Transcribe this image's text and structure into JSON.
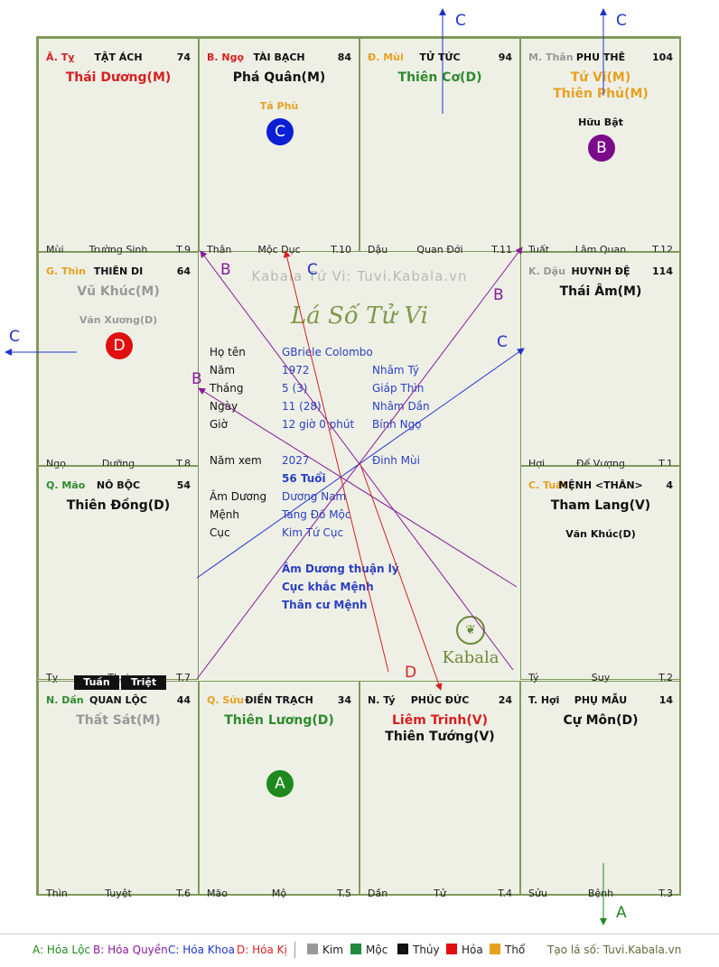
{
  "cells": [
    {
      "branch": "Â. Tỵ",
      "branch_color": "#d62020",
      "palace": "TẬT ÁCH",
      "num": "74",
      "main": [
        {
          "t": "Thái Dương(M)",
          "c": "#d62020"
        }
      ],
      "subs": [],
      "foot": [
        "Mùi",
        "Trường Sinh",
        "T.9"
      ],
      "badge": null
    },
    {
      "branch": "B. Ngọ",
      "branch_color": "#d62020",
      "palace": "TÀI BẠCH",
      "num": "84",
      "main": [
        {
          "t": "Phá Quân(M)",
          "c": "#111111"
        }
      ],
      "subs": [
        {
          "t": "Tả Phù",
          "c": "#e8a020"
        }
      ],
      "foot": [
        "Thân",
        "Mộc Dục",
        "T.10"
      ],
      "badge": {
        "l": "C",
        "c": "#0a1fd6"
      }
    },
    {
      "branch": "Đ. Mùi",
      "branch_color": "#e8a020",
      "palace": "TỬ TỨC",
      "num": "94",
      "main": [
        {
          "t": "Thiên Cơ(D)",
          "c": "#2e8b2e"
        }
      ],
      "subs": [],
      "foot": [
        "Dậu",
        "Quan Đới",
        "T.11"
      ],
      "badge": null
    },
    {
      "branch": "M. Thân",
      "branch_color": "#999999",
      "palace": "PHU THÊ",
      "num": "104",
      "main": [
        {
          "t": "Tử Vi(M)",
          "c": "#e8a020"
        },
        {
          "t": "Thiên Phủ(M)",
          "c": "#e8a020"
        }
      ],
      "subs": [
        {
          "t": "Hữu Bật",
          "c": "#111111"
        }
      ],
      "foot": [
        "Tuất",
        "Lâm Quan",
        "T.12"
      ],
      "badge": {
        "l": "B",
        "c": "#7a0a8a"
      }
    },
    {
      "branch": "G. Thìn",
      "branch_color": "#e8a020",
      "palace": "THIÊN DI",
      "num": "64",
      "main": [
        {
          "t": "Vũ Khúc(M)",
          "c": "#999999"
        }
      ],
      "subs": [
        {
          "t": "Văn Xương(D)",
          "c": "#999999"
        }
      ],
      "foot": [
        "Ngọ",
        "Dưỡng",
        "T.8"
      ],
      "badge": {
        "l": "D",
        "c": "#e01010"
      }
    },
    {
      "branch": "K. Dậu",
      "branch_color": "#999999",
      "palace": "HUYNH ĐỆ",
      "num": "114",
      "main": [
        {
          "t": "Thái Âm(M)",
          "c": "#111111"
        }
      ],
      "subs": [],
      "foot": [
        "Hợi",
        "Đế Vượng",
        "T.1"
      ],
      "badge": null
    },
    {
      "branch": "Q. Mão",
      "branch_color": "#2e8b2e",
      "palace": "NÔ BỘC",
      "num": "54",
      "main": [
        {
          "t": "Thiên Đồng(D)",
          "c": "#111111"
        }
      ],
      "subs": [],
      "foot": [
        "Tỵ",
        "Thai",
        "T.7"
      ],
      "badge": null
    },
    {
      "branch": "C. Tuất",
      "branch_color": "#e8a020",
      "palace": "MỆNH <THÂN>",
      "num": "4",
      "main": [
        {
          "t": "Tham Lang(V)",
          "c": "#111111"
        }
      ],
      "subs": [
        {
          "t": "Văn Khúc(D)",
          "c": "#111111"
        }
      ],
      "foot": [
        "Tý",
        "Suy",
        "T.2"
      ],
      "badge": null
    },
    {
      "branch": "N. Dần",
      "branch_color": "#2e8b2e",
      "palace": "QUAN LỘC",
      "num": "44",
      "main": [
        {
          "t": "Thất Sát(M)",
          "c": "#999999"
        }
      ],
      "subs": [],
      "foot": [
        "Thìn",
        "Tuyệt",
        "T.6"
      ],
      "badge": null
    },
    {
      "branch": "Q. Sửu",
      "branch_color": "#e8a020",
      "palace": "ĐIỀN TRẠCH",
      "num": "34",
      "main": [
        {
          "t": "Thiên Lương(D)",
          "c": "#2e8b2e"
        }
      ],
      "subs": [],
      "foot": [
        "Mão",
        "Mộ",
        "T.5"
      ],
      "badge": {
        "l": "A",
        "c": "#1e8a1e"
      }
    },
    {
      "branch": "N. Tý",
      "branch_color": "#111111",
      "palace": "PHÚC ĐỨC",
      "num": "24",
      "main": [
        {
          "t": "Liêm Trinh(V)",
          "c": "#d62020"
        },
        {
          "t": "Thiên Tướng(V)",
          "c": "#111111"
        }
      ],
      "subs": [],
      "foot": [
        "Dần",
        "Tử",
        "T.4"
      ],
      "badge": null
    },
    {
      "branch": "T. Hợi",
      "branch_color": "#111111",
      "palace": "PHỤ MẪU",
      "num": "14",
      "main": [
        {
          "t": "Cự Môn(D)",
          "c": "#111111"
        }
      ],
      "subs": [],
      "foot": [
        "Sửu",
        "Bệnh",
        "T.3"
      ],
      "badge": null
    }
  ],
  "center": {
    "watermark": "Kabala Tử Vi: Tuvi.Kabala.vn",
    "title": "Lá Số Tử Vi",
    "rows": [
      {
        "k": "Họ tên",
        "v1": "GBriele Colombo",
        "v2": ""
      },
      {
        "k": "Năm",
        "v1": "1972",
        "v2": "Nhâm Tý"
      },
      {
        "k": "Tháng",
        "v1": "5  (3)",
        "v2": "Giáp Thìn"
      },
      {
        "k": "Ngày",
        "v1": "11  (28)",
        "v2": "Nhâm Dần"
      },
      {
        "k": "Giờ",
        "v1": "12 giờ 0 phút",
        "v2": "Bính Ngọ"
      },
      {
        "k": "",
        "v1": "",
        "v2": ""
      },
      {
        "k": "Năm xem",
        "v1": "2027",
        "v2": "Đinh Mùi"
      },
      {
        "k": "",
        "v1": "56 Tuổi",
        "v2": "",
        "bold": true
      },
      {
        "k": "Âm Dương",
        "v1": "Dương Nam",
        "v2": ""
      },
      {
        "k": "Mệnh",
        "v1": "Tang Đố Mộc",
        "v2": ""
      },
      {
        "k": "Cục",
        "v1": "Kim Tứ Cục",
        "v2": ""
      },
      {
        "k": "",
        "v1": "",
        "v2": ""
      },
      {
        "k": "",
        "v1": "Âm Dương thuận lý",
        "v2": "",
        "bold": true
      },
      {
        "k": "",
        "v1": "Cục khắc Mệnh",
        "v2": "",
        "bold": true
      },
      {
        "k": "",
        "v1": "Thân cư Mệnh",
        "v2": "",
        "bold": true
      }
    ],
    "brand": "Kabala"
  },
  "tuan": "Tuần",
  "triet": "Triệt",
  "arrow_labels": {
    "a": "A",
    "b": "B",
    "c": "C",
    "d": "D"
  },
  "legend": {
    "a": "A: Hóa Lộc",
    "b": "B: Hóa Quyền",
    "c": "C: Hóa Khoa",
    "d": "D: Hóa Kị",
    "kim": "Kim",
    "moc": "Mộc",
    "thuy": "Thủy",
    "hoa": "Hỏa",
    "tho": "Thổ",
    "site": "Tạo lá số: Tuvi.Kabala.vn"
  },
  "colors": {
    "kim": "#999999",
    "moc": "#1e8a3a",
    "thuy": "#111111",
    "hoa": "#e01010",
    "tho": "#e8a020",
    "hoa_loc": "#1e8a1e",
    "hoa_quyen": "#7a0a8a",
    "hoa_khoa": "#0a1fd6",
    "hoa_ki": "#d62020"
  }
}
